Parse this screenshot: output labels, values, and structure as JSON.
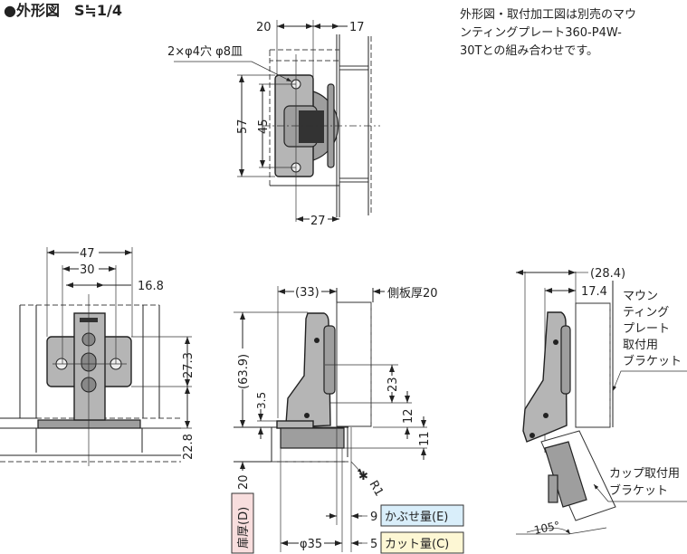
{
  "title": "●外形図　S≒1/4",
  "note": [
    "外形図・取付加工図は別売のマウ",
    "ンティングプレート360-P4W-",
    "30Tとの組み合わせです。"
  ],
  "top_view": {
    "dim_20": "20",
    "dim_17": "17",
    "hole_label": "2×φ4穴 φ8皿",
    "dim_57": "57",
    "dim_45": "45",
    "dim_27": "27"
  },
  "front_view": {
    "dim_47": "47",
    "dim_30": "30",
    "dim_16_8": "16.8",
    "dim_27_3": "27.3",
    "dim_22_8": "22.8"
  },
  "side_view": {
    "dim_33": "(33)",
    "side_panel": "側板厚20",
    "dim_63_9": "(63.9)",
    "dim_3_5": "3.5",
    "dim_23": "23",
    "dim_12": "12",
    "dim_11": "11",
    "dim_20": "20",
    "door_thickness": "扉厚(D)",
    "r1": "R1",
    "dim_9": "9",
    "overlay_label": "かぶせ量(E)",
    "dim_5": "5",
    "cut_label": "カット量(C)",
    "cup_dia": "φ35",
    "colors": {
      "overlay_bg": "#d9eefa",
      "cut_bg": "#fdf7d4",
      "door_bg": "#f8dede"
    }
  },
  "open_view": {
    "dim_28_4": "(28.4)",
    "dim_17_4": "17.4",
    "mounting_label": [
      "マウン",
      "ティング",
      "プレート",
      "取付用",
      "ブラケット"
    ],
    "cup_label": [
      "カップ取付用",
      "ブラケット"
    ],
    "angle": "105°"
  }
}
